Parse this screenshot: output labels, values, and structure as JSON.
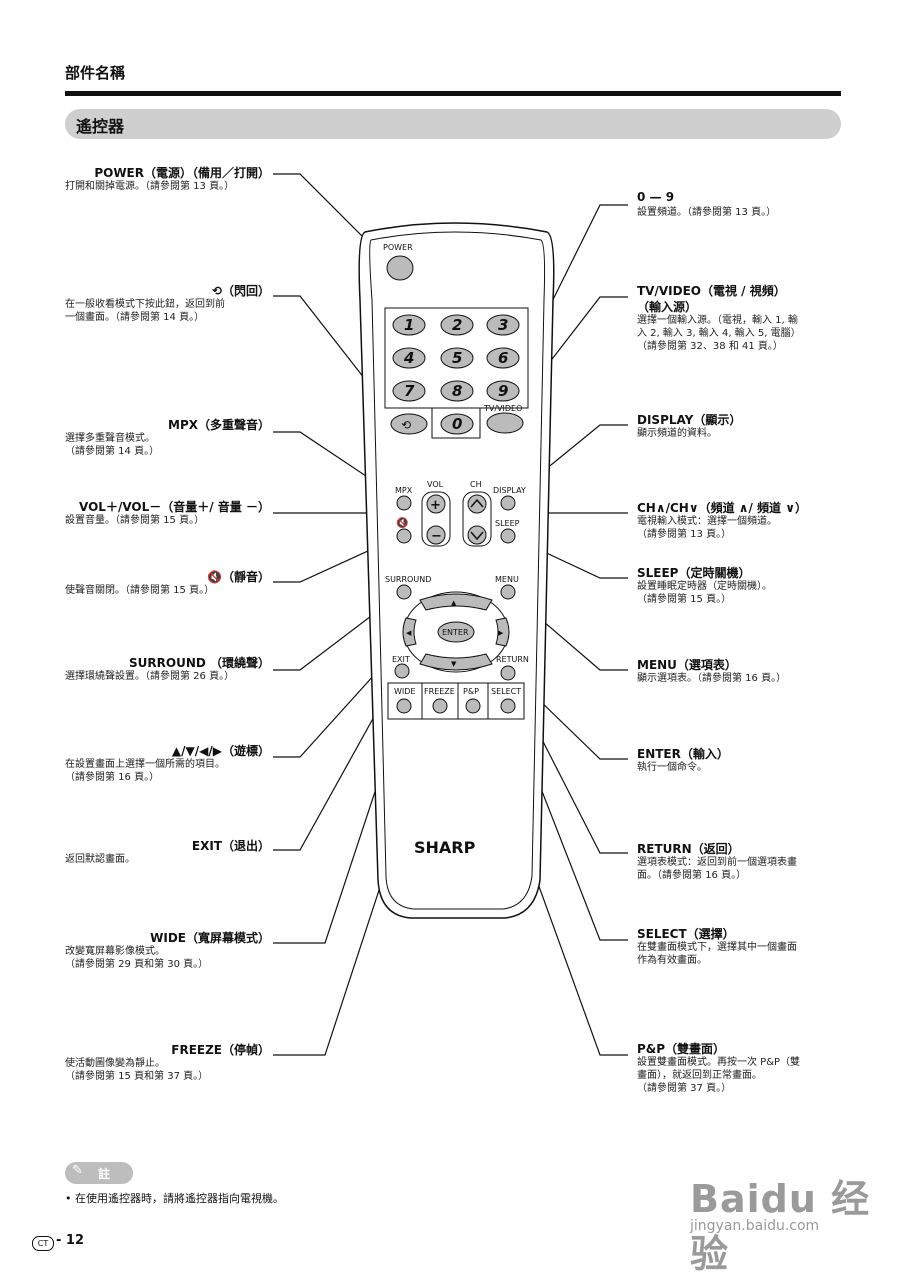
{
  "header": {
    "section": "部件名稱",
    "subsection": "遙控器"
  },
  "remote": {
    "power": "POWER",
    "tvvideo": "TV/VIDEO",
    "mpx": "MPX",
    "vol": "VOL",
    "ch": "CH",
    "display": "DISPLAY",
    "sleep": "SLEEP",
    "surround": "SURROUND",
    "menu": "MENU",
    "enter": "ENTER",
    "exit": "EXIT",
    "return": "RETURN",
    "wide": "WIDE",
    "freeze": "FREEZE",
    "pp": "P&P",
    "select": "SELECT",
    "brand": "SHARP",
    "digits": [
      "1",
      "2",
      "3",
      "4",
      "5",
      "6",
      "7",
      "8",
      "9",
      "0"
    ]
  },
  "left_callouts": [
    {
      "title": "POWER（電源）（備用／打開）",
      "desc": [
        "打開和關掉電源。（請參閱第 13 頁。）"
      ]
    },
    {
      "title": "⟲（閃回）",
      "desc": [
        "在一般收看模式下按此鈕，返回到前",
        "一個畫面。（請參閱第 14 頁。）"
      ]
    },
    {
      "title": "MPX（多重聲音）",
      "desc": [
        "選擇多重聲音模式。",
        "（請參閱第 14 頁。）"
      ]
    },
    {
      "title": "VOL＋/VOL－（音量＋/ 音量 －）",
      "desc": [
        "設置音量。（請參閱第 15 頁。）"
      ]
    },
    {
      "title": "🔇（靜音）",
      "desc": [
        "使聲音關閉。（請參閱第 15 頁。）"
      ]
    },
    {
      "title": "SURROUND （環繞聲）",
      "desc": [
        "選擇環繞聲設置。（請參閱第 26 頁。）"
      ]
    },
    {
      "title": "▲/▼/◀/▶（遊標）",
      "desc": [
        "在設置畫面上選擇一個所需的項目。",
        "（請參閱第 16 頁。）"
      ]
    },
    {
      "title": "EXIT（退出）",
      "desc": [
        "返回默認畫面。"
      ]
    },
    {
      "title": "WIDE（寬屏幕模式）",
      "desc": [
        "改變寬屏幕影像模式。",
        "（請參閱第 29 頁和第 30 頁。）"
      ]
    },
    {
      "title": "FREEZE（停幀）",
      "desc": [
        "使活動圖像變為靜止。",
        "（請參閱第 15 頁和第 37 頁。）"
      ]
    }
  ],
  "right_callouts": [
    {
      "title": "0 — 9",
      "desc": [
        "設置頻道。（請參閱第 13 頁。）"
      ]
    },
    {
      "title": "TV/VIDEO（電視 / 視頻）",
      "title2": "（輸入源）",
      "desc": [
        "選擇一個輸入源。（電視，輸入 1, 輸",
        "入 2, 輸入 3, 輸入 4, 輸入 5, 電腦）",
        "（請參閱第 32、38 和 41 頁。）"
      ]
    },
    {
      "title": "DISPLAY（顯示）",
      "desc": [
        "顯示頻道的資料。"
      ]
    },
    {
      "title": "CH∧/CH∨（頻道 ∧/ 頻道 ∨）",
      "desc": [
        "電視輸入模式：選擇一個頻道。",
        "（請參閱第 13 頁。）"
      ]
    },
    {
      "title": "SLEEP（定時關機）",
      "desc": [
        "設置睡眠定時器（定時關機）。",
        "（請參閱第 15 頁。）"
      ]
    },
    {
      "title": "MENU（選項表）",
      "desc": [
        "顯示選項表。（請參閱第 16 頁。）"
      ]
    },
    {
      "title": "ENTER（輸入）",
      "desc": [
        "執行一個命令。"
      ]
    },
    {
      "title": "RETURN（返回）",
      "desc": [
        "選項表模式：返回到前一個選項表畫",
        "面。（請參閱第 16 頁。）"
      ]
    },
    {
      "title": "SELECT（選擇）",
      "desc": [
        "在雙畫面模式下，選擇其中一個畫面",
        "作為有效畫面。"
      ]
    },
    {
      "title": "P&P（雙畫面）",
      "desc": [
        "設置雙畫面模式。再按一次 P&P（雙",
        "畫面），就返回到正常畫面。",
        "（請參閱第 37 頁。）"
      ]
    }
  ],
  "note": {
    "label": "註",
    "text": "• 在使用遙控器時，請將遙控器指向電視機。"
  },
  "footer": {
    "badge": "CT",
    "page": "- 12"
  },
  "watermark": {
    "main": "Baidu 经验",
    "url": "jingyan.baidu.com"
  }
}
